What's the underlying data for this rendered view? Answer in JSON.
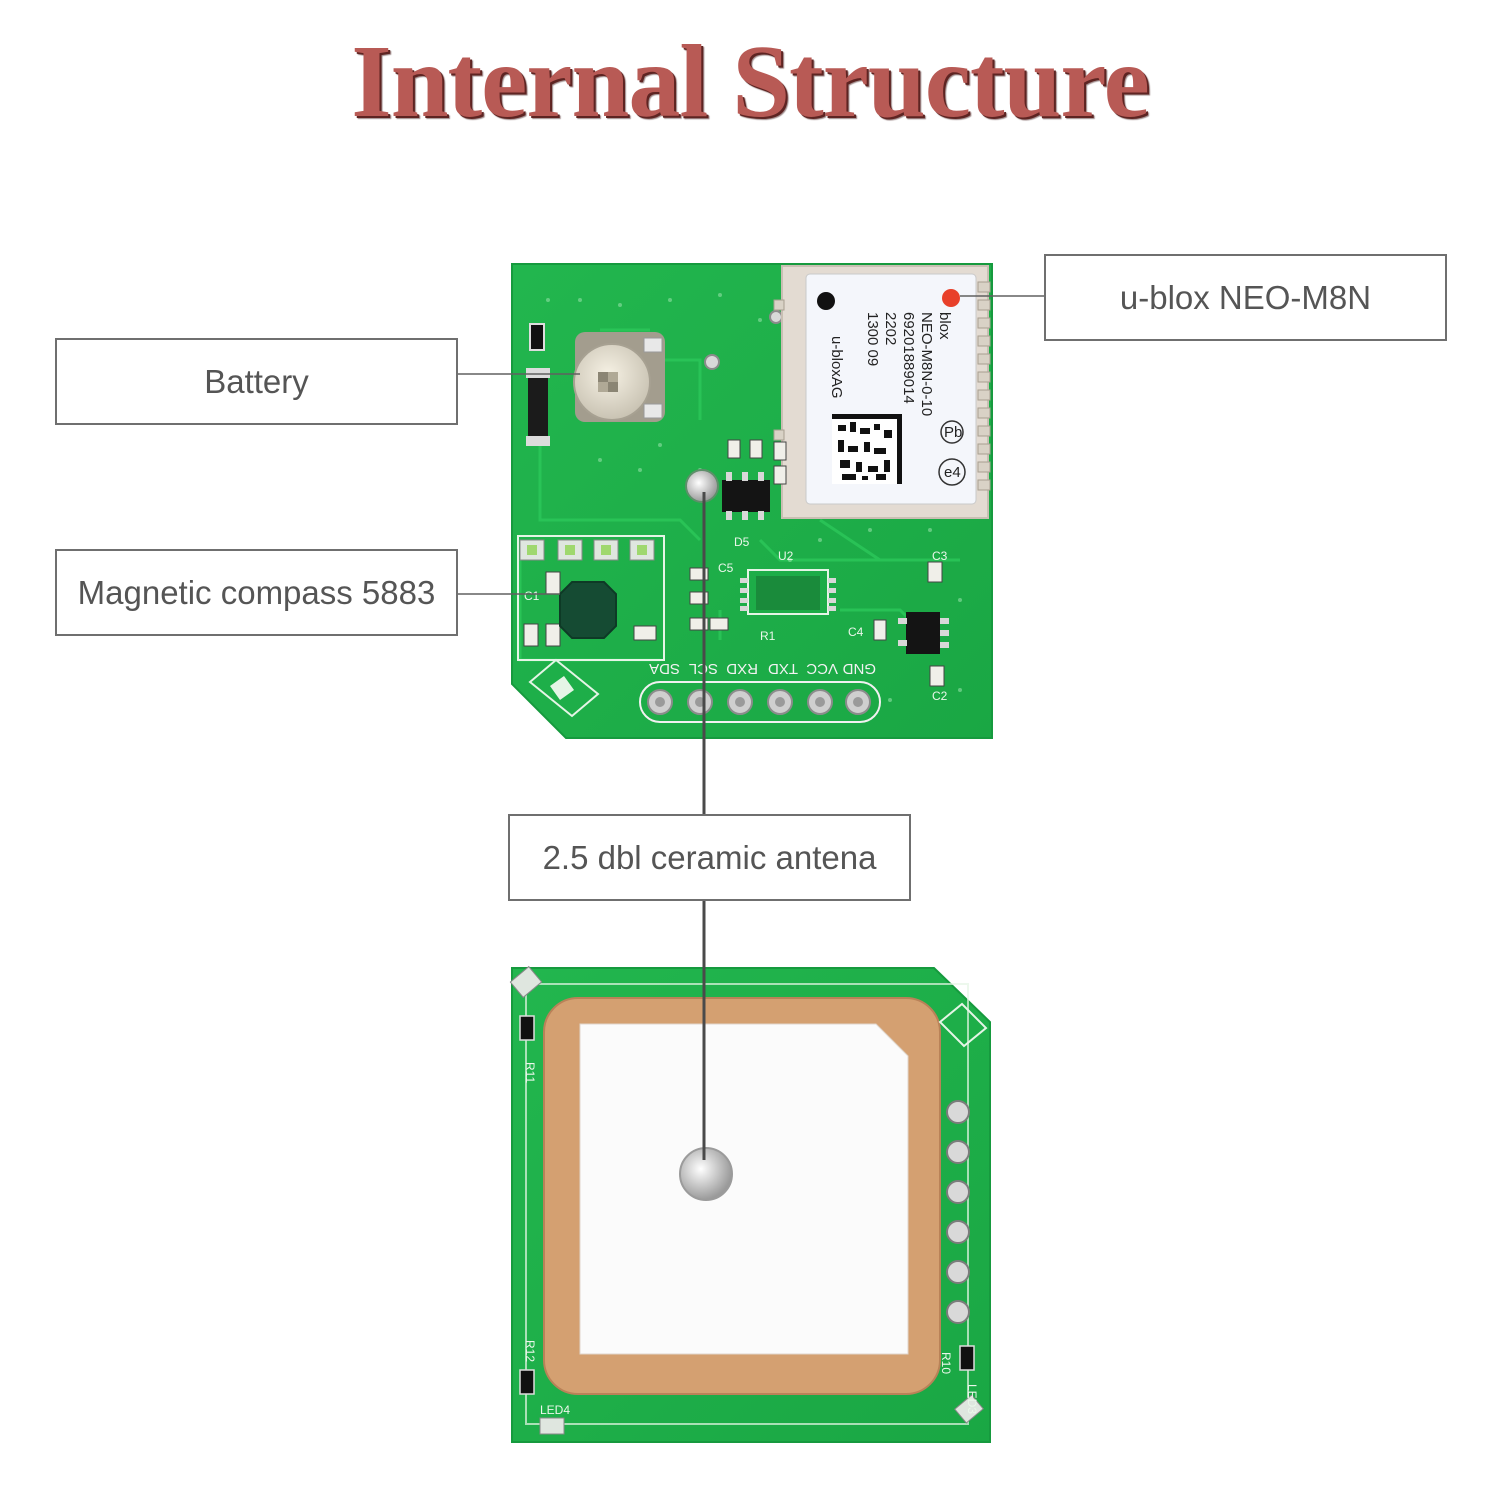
{
  "title": "Internal Structure",
  "callouts": {
    "battery": "Battery",
    "compass": "Magnetic compass 5883",
    "module": "u-blox NEO-M8N",
    "antenna": "2.5 dbl ceramic antena"
  },
  "board_top": {
    "pin_labels": [
      "SDA",
      "SCL",
      "RXD",
      "TXD",
      "VCC",
      "GND"
    ],
    "module_text": [
      "blox",
      "NEO-M8N-0-10",
      "69201889014",
      "2202",
      "1300 09",
      "u-bloxAG",
      "e4"
    ],
    "silk_labels": [
      "U2",
      "D5",
      "C5",
      "R1",
      "C1",
      "C4",
      "C3",
      "C2"
    ]
  },
  "board_bottom": {
    "silk_labels": [
      "R11",
      "R12",
      "R10",
      "LED4",
      "LED3"
    ]
  },
  "colors": {
    "title": "#b85a55",
    "pcb": "#1fb14b",
    "antenna_frame": "#d4a071",
    "callout_border": "#6f6f6f",
    "callout_text": "#555555"
  }
}
